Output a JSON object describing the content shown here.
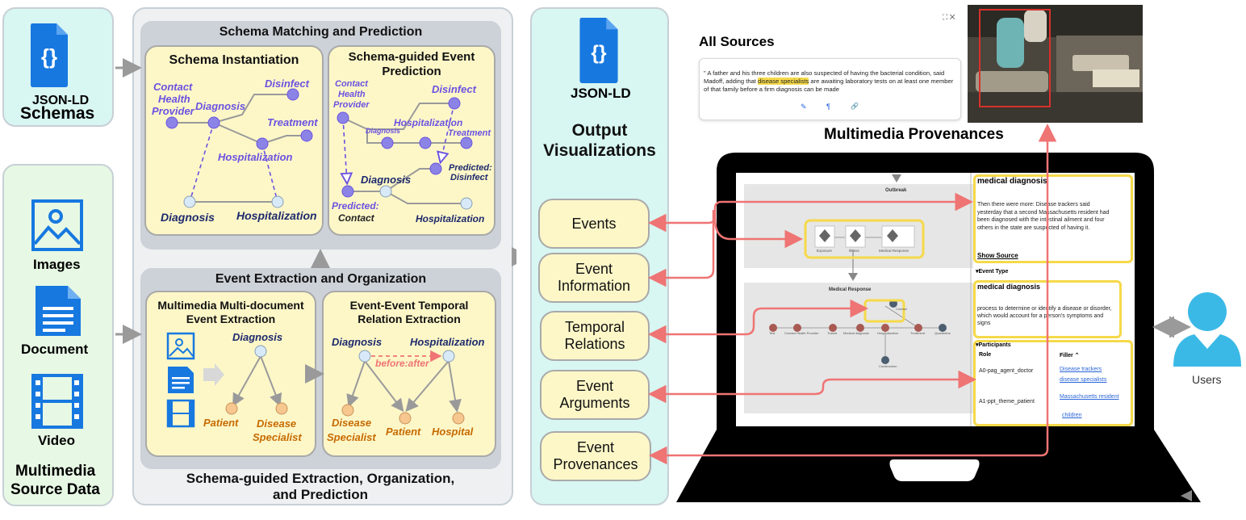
{
  "left_col": {
    "schemas_label_1": "JSON-LD",
    "schemas_label_2": "Schemas",
    "images_label": "Images",
    "document_label": "Document",
    "video_label": "Video",
    "source_label_1": "Multimedia",
    "source_label_2": "Source Data"
  },
  "matching": {
    "title": "Schema Matching and Prediction",
    "instantiation": {
      "title": "Schema Instantiation",
      "contact": [
        "Contact",
        "Health",
        "Provider"
      ],
      "diagnosis": "Diagnosis",
      "disinfect": "Disinfect",
      "treatment": "Treatment",
      "hospitalization": "Hospitalization",
      "diag_bottom": "Diagnosis",
      "hosp_bottom": "Hospitalization"
    },
    "guided": {
      "title_1": "Schema-guided Event",
      "title_2": "Prediction",
      "contact": [
        "Contact",
        "Health",
        "Provider"
      ],
      "disinfect": "Disinfect",
      "diagnosis_small": "Diagnosis",
      "hospitalization": "Hospitalization",
      "treatment": "Treatment",
      "predicted_1": "Predicted:",
      "disinfect_2": "Disinfect",
      "diagnosis": "Diagnosis",
      "predicted_2": "Predicted:",
      "contact_2": "Contact",
      "hosp_bottom": "Hospitalization"
    }
  },
  "extraction": {
    "title": "Event Extraction and Organization",
    "mm": {
      "title_1": "Multimedia Multi-document",
      "title_2": "Event Extraction",
      "diagnosis": "Diagnosis",
      "patient": "Patient",
      "disease_1": "Disease",
      "disease_2": "Specialist"
    },
    "temporal": {
      "title_1": "Event-Event Temporal",
      "title_2": "Relation Extraction",
      "diagnosis": "Diagnosis",
      "hospitalization": "Hospitalization",
      "relation": "before:after",
      "disease_1": "Disease",
      "disease_2": "Specialist",
      "patient": "Patient",
      "hospital": "Hospital"
    }
  },
  "bottom_caption": [
    "Schema-guided Extraction, Organization,",
    "and Prediction"
  ],
  "output": {
    "jsonld": "JSON-LD",
    "title_1": "Output",
    "title_2": "Visualizations",
    "buttons": [
      [
        "Events"
      ],
      [
        "Event",
        "Information"
      ],
      [
        "Temporal",
        "Relations"
      ],
      [
        "Event",
        "Arguments"
      ],
      [
        "Event",
        "Provenances"
      ]
    ]
  },
  "sources": {
    "title": "All Sources",
    "text_before": "\" A father and his three children are also suspected of having the bacterial condition, said Madoff, adding that ",
    "highlight": "disease specialists",
    "text_after": " are awaiting laboratory tests on at least one member of that family before a firm diagnosis can be made",
    "corner_icons": "⛶ ✕",
    "action_icons": [
      "✎",
      "¶",
      "🔗"
    ]
  },
  "provenance_title": "Multimedia Provenances",
  "screen": {
    "outbreak": "Outbreak",
    "exposure": "Exposure",
    "illness": "Illness",
    "medical_response_small": "Medical Response",
    "medical_response": "Medical Response",
    "chain": [
      "Test",
      "Contact Health Provider",
      "Transit",
      "Medical diagnosis",
      "Hospitalization",
      "Treatment",
      "Quarantine"
    ],
    "contact": "Contact",
    "construction": "Construction",
    "right": {
      "heading": "medical diagnosis",
      "text": "Then there were more: Disease trackers said yesterday that a second Massachusetts resident had been diagnosed with the intestinal ailment and four others in the state are suspected of having it.",
      "show_source": "Show Source",
      "event_type_label": "▾Event Type",
      "type_heading": "medical diagnosis",
      "type_text": "process to determine or identify a disease or disorder, which would account for a person's symptoms and signs",
      "participants_label": "▾Participants",
      "role_header": "Role",
      "filler_header": "Filler ⌃",
      "role_1": "A0-pag_agent_doctor",
      "role_2": "A1-ppt_theme_patient",
      "filler_1a": "Disease trackers",
      "filler_1b": "disease specialists",
      "filler_2a": "Massachusetts resident",
      "filler_2b": "children"
    }
  },
  "users_label": "Users",
  "colors": {
    "arrow_red": "#ef7474",
    "node_purple": "#8b84e6",
    "node_light": "#d8eaf8",
    "node_orange": "#f6c78f",
    "icon_blue": "#1778e0",
    "user_blue": "#3bb9e6",
    "highlight_yellow": "#f5d94a"
  }
}
